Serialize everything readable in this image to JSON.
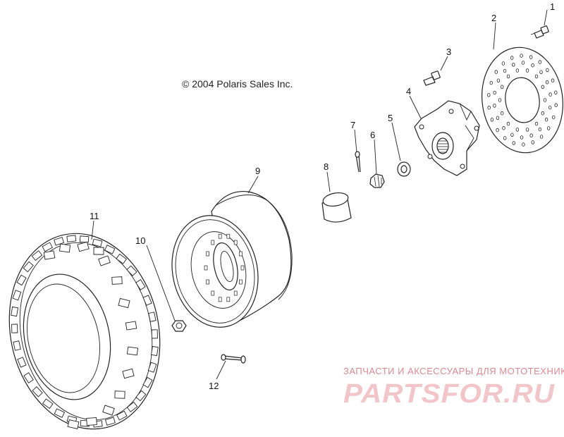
{
  "copyright": "© 2004 Polaris Sales Inc.",
  "callouts": [
    "1",
    "2",
    "3",
    "4",
    "5",
    "6",
    "7",
    "8",
    "9",
    "10",
    "11",
    "12"
  ],
  "watermark": {
    "tagline": "ЗАПЧАСТИ И АКСЕССУАРЫ ДЛЯ МОТОТЕХНИКИ",
    "logo": "PARTSFOR.RU",
    "color": "#e8a4aa"
  },
  "parts": [
    {
      "number": "1",
      "icon": "bolt-icon"
    },
    {
      "number": "2",
      "icon": "brake-disc-icon"
    },
    {
      "number": "3",
      "icon": "bolt-icon"
    },
    {
      "number": "4",
      "icon": "wheel-hub-icon"
    },
    {
      "number": "5",
      "icon": "washer-icon"
    },
    {
      "number": "6",
      "icon": "castle-nut-icon"
    },
    {
      "number": "7",
      "icon": "cotter-pin-icon"
    },
    {
      "number": "8",
      "icon": "hub-cap-icon"
    },
    {
      "number": "9",
      "icon": "wheel-rim-icon"
    },
    {
      "number": "10",
      "icon": "lug-nut-icon"
    },
    {
      "number": "11",
      "icon": "tire-icon"
    },
    {
      "number": "12",
      "icon": "valve-stem-icon"
    }
  ]
}
